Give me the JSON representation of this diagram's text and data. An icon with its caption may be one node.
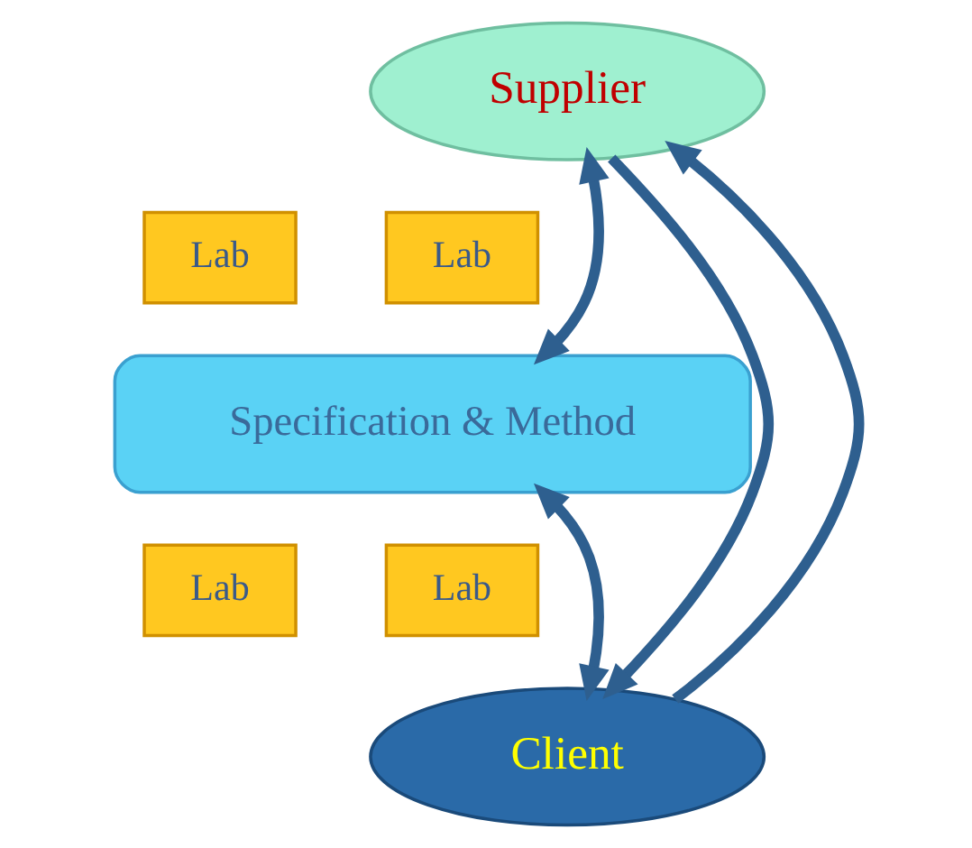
{
  "diagram": {
    "nodes": [
      {
        "text": [
          "Supplier"
        ]
      },
      {
        "text": [
          "Lab"
        ]
      },
      {
        "text": [
          "Lab"
        ]
      },
      {
        "text": [
          "Specification & Method"
        ]
      },
      {
        "text": [
          "Lab"
        ]
      },
      {
        "text": [
          "Lab"
        ]
      },
      {
        "text": [
          "Client"
        ]
      }
    ],
    "edges": [
      {
        "from": 0,
        "to": 3,
        "arrow": "both"
      },
      {
        "from": 3,
        "to": 6,
        "arrow": "both"
      },
      {
        "from": 0,
        "to": 6,
        "arrow": "to"
      },
      {
        "from": 6,
        "to": 0,
        "arrow": "to"
      }
    ]
  }
}
